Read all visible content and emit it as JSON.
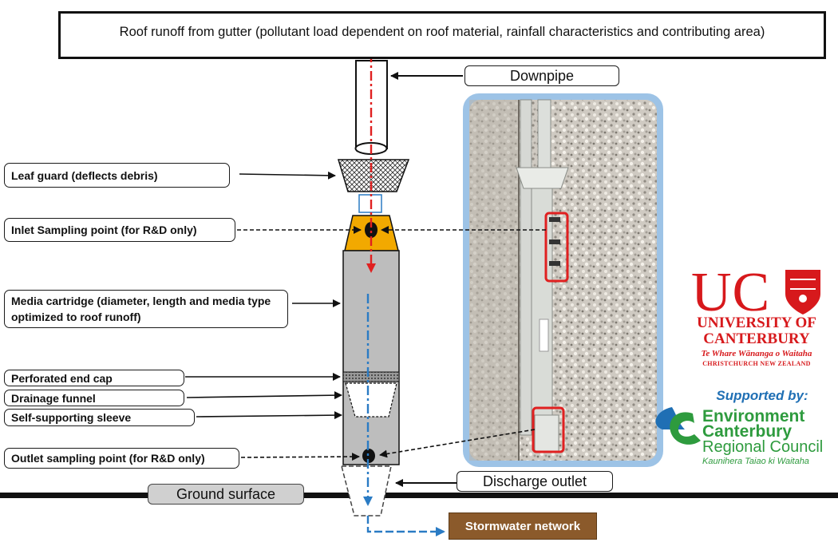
{
  "header": {
    "title": "Roof runoff from gutter (pollutant load dependent on roof material, rainfall characteristics and contributing area)"
  },
  "labels": {
    "downpipe": "Downpipe",
    "leaf_guard": "Leaf guard (deflects debris)",
    "inlet_sampling": "Inlet Sampling point (for R&D only)",
    "media_cartridge": "Media cartridge (diameter, length and media type optimized to roof runoff)",
    "perforated_end_cap": "Perforated end cap",
    "drainage_funnel": "Drainage funnel",
    "self_supporting_sleeve": "Self-supporting sleeve",
    "outlet_sampling": "Outlet sampling point (for R&D only)",
    "discharge_outlet": "Discharge outlet",
    "ground_surface": "Ground surface",
    "stormwater_network": "Stormwater network"
  },
  "logos": {
    "uc": {
      "initials": "UC",
      "line1": "UNIVERSITY OF",
      "line2": "CANTERBURY",
      "maori": "Te Whare Wānanga o Waitaha",
      "city": "CHRISTCHURCH NEW ZEALAND"
    },
    "supported_by": "Supported by:",
    "ecan": {
      "line1": "Environment",
      "line2": "Canterbury",
      "line3": "Regional Council",
      "tagline": "Kaunihera Taiao ki Waitaha"
    }
  },
  "colors": {
    "runoff_flow": "#e02020",
    "treated_flow": "#2a7bc4",
    "cartridge": "#bdbdbd",
    "inlet_cap": "#f2a900",
    "photo_frame": "#9dc3e6",
    "highlight": "#e02020",
    "stormwater_box": "#8b5a2b"
  }
}
